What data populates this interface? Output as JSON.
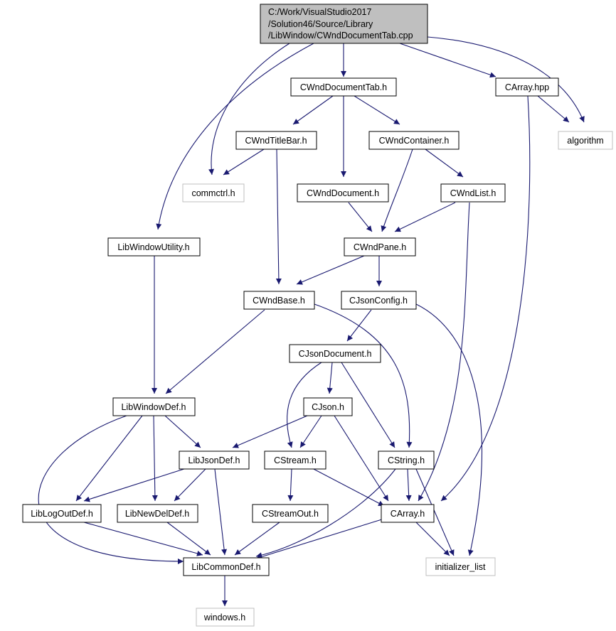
{
  "root": {
    "lines": [
      "C:/Work/VisualStudio2017",
      "/Solution46/Source/Library",
      "/LibWindow/CWndDocumentTab.cpp"
    ]
  },
  "nodes": {
    "cwnddocumenttab_h": "CWndDocumentTab.h",
    "carray_hpp": "CArray.hpp",
    "algorithm": "algorithm",
    "cwndtitlebar_h": "CWndTitleBar.h",
    "cwndcontainer_h": "CWndContainer.h",
    "commctrl_h": "commctrl.h",
    "cwnddocument_h": "CWndDocument.h",
    "cwndlist_h": "CWndList.h",
    "libwindowutility_h": "LibWindowUtility.h",
    "cwndpane_h": "CWndPane.h",
    "cwndbase_h": "CWndBase.h",
    "cjsonconfig_h": "CJsonConfig.h",
    "cjsondocument_h": "CJsonDocument.h",
    "libwindowdef_h": "LibWindowDef.h",
    "cjson_h": "CJson.h",
    "libjsondef_h": "LibJsonDef.h",
    "cstream_h": "CStream.h",
    "cstring_h": "CString.h",
    "liblogoutdef_h": "LibLogOutDef.h",
    "libnewdeldef_h": "LibNewDelDef.h",
    "cstreamout_h": "CStreamOut.h",
    "carray_h": "CArray.h",
    "libcommondef_h": "LibCommonDef.h",
    "initializer_list": "initializer_list",
    "windows_h": "windows.h"
  },
  "colors": {
    "edge": "#191970",
    "root_fill": "#bfbfbf",
    "external_border": "#bfbfbf",
    "node_border": "#000000"
  }
}
